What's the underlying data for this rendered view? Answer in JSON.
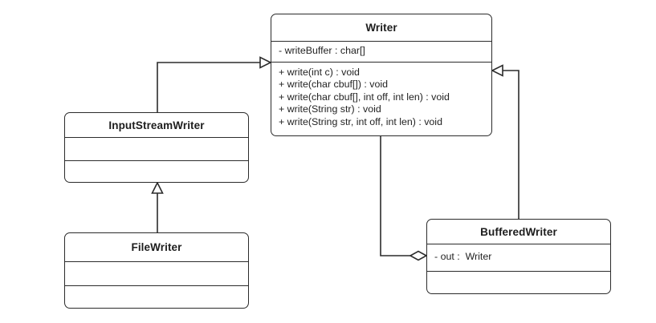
{
  "diagram": {
    "type": "uml-class-diagram",
    "background_color": "#ffffff",
    "line_color": "#2b2b2b",
    "text_color": "#232323",
    "classes": [
      {
        "id": "writer",
        "name": "Writer",
        "attributes": [
          "- writeBuffer : char[]"
        ],
        "methods": [
          "+ write(int c) : void",
          "+ write(char cbuf[]) : void",
          "+ write(char cbuf[], int off, int len) : void",
          "+ write(String str) : void",
          "+ write(String str, int off, int len) : void"
        ]
      },
      {
        "id": "input-stream-writer",
        "name": "InputStreamWriter",
        "attributes": [],
        "methods": []
      },
      {
        "id": "file-writer",
        "name": "FileWriter",
        "attributes": [],
        "methods": []
      },
      {
        "id": "buffered-writer",
        "name": "BufferedWriter",
        "attributes": [
          "- out :  Writer"
        ],
        "methods": []
      }
    ],
    "relationships": [
      {
        "id": "isw-to-writer",
        "type": "generalization",
        "source": "InputStreamWriter",
        "target": "Writer",
        "marker": "hollow-triangle"
      },
      {
        "id": "fw-to-isw",
        "type": "generalization",
        "source": "FileWriter",
        "target": "InputStreamWriter",
        "marker": "hollow-triangle"
      },
      {
        "id": "bw-to-writer",
        "type": "generalization",
        "source": "BufferedWriter",
        "target": "Writer",
        "marker": "hollow-triangle"
      },
      {
        "id": "writer-to-bw",
        "type": "aggregation",
        "source": "Writer",
        "target": "BufferedWriter",
        "marker": "hollow-diamond"
      }
    ]
  }
}
